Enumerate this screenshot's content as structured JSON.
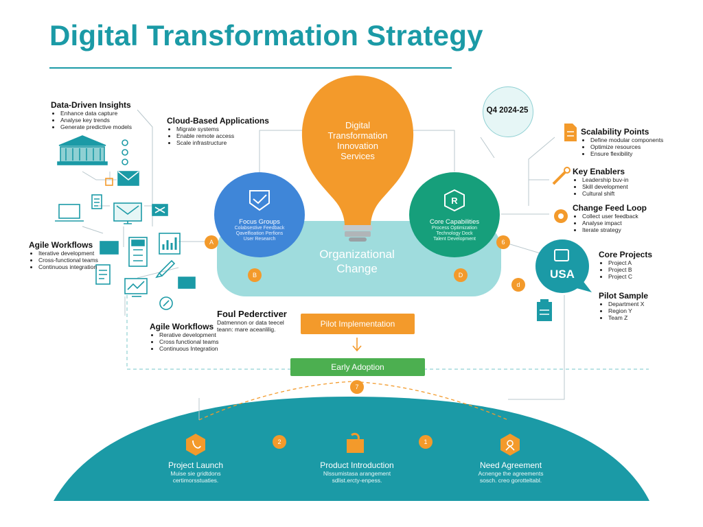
{
  "header": {
    "title": "Digital Transformation Strategy"
  },
  "left": {
    "data_driven": {
      "title": "Data-Driven Insights",
      "items": [
        "Enhance data capture",
        "Analyse key trends",
        "Generate predictive models"
      ]
    },
    "cloud": {
      "title": "Cloud-Based Applications",
      "items": [
        "Migrate systems",
        "Enable remote access",
        "Scale infrastructure"
      ]
    },
    "agile1": {
      "title": "Agile Workflows",
      "items": [
        "Iterative development",
        "Cross-functional teams",
        "Continuous integration"
      ]
    },
    "agile2": {
      "title": "Agile Workflows",
      "items": [
        "Rerative development",
        "Cross functional teams",
        "Continuous Integration"
      ]
    },
    "foul": {
      "title": "Foul Pederctiver",
      "line1": "Datmennon or data teecel",
      "line2": "teann: mare aceanlilig."
    }
  },
  "center": {
    "bulb": {
      "line1": "Digital",
      "line2": "Transformation",
      "line3": "Innovation",
      "line4": "Services"
    },
    "focus": {
      "title": "Focus Groups",
      "line1": "Colabsestive Feedback",
      "line2": "Qavelfioation Perfions",
      "line3": "User Research"
    },
    "core_cap": {
      "title": "Core Capabilities",
      "line1": "Process Optimization",
      "line2": "Technology Dock",
      "line3": "Talent Development"
    },
    "org_change": {
      "line1": "Organizational",
      "line2": "Change"
    },
    "badges": {
      "a": "A",
      "b": "B",
      "d": "D",
      "six": "6",
      "d2": "d"
    }
  },
  "timeline": {
    "q4_label": "Q4 2024-25",
    "pilot": "Pilot Implementation",
    "early": "Early Adoption",
    "step_num": "7"
  },
  "right": {
    "scalability": {
      "title": "Scalability Points",
      "items": [
        "Define modular components",
        "Optimize resources",
        "Ensure flexibility"
      ]
    },
    "enablers": {
      "title": "Key Enablers",
      "items": [
        "Leadership buv-in",
        "Skill development",
        "Cultural shift"
      ]
    },
    "feedback": {
      "title": "Change Feed Loop",
      "items": [
        "Collect user feedback",
        "Analyse impact",
        "Iterate strategy"
      ]
    },
    "core_projects": {
      "title": "Core Projects",
      "items": [
        "Project A",
        "Project B",
        "Project C"
      ]
    },
    "usa": "USA",
    "pilot_sample": {
      "title": "Pilot Sample",
      "items": [
        "Department X",
        "Region Y",
        "Team Z"
      ]
    }
  },
  "bottom": {
    "launch": {
      "title": "Project Launch",
      "line1": "Muise sie gridtdons",
      "line2": "certimorsstuaties."
    },
    "product": {
      "title": "Product Introduction",
      "line1": "Nlssumistasa arangement",
      "line2": "sdlist.ercty-enpess."
    },
    "need": {
      "title": "Need Agreement",
      "line1": "Acnenge the agreements",
      "line2": "sosch. creo gorotteltabl."
    },
    "num_left": "2",
    "num_right": "1"
  },
  "colors": {
    "teal": "#1b9aa6",
    "teal_light": "#8fd0d3",
    "orange": "#f39a2b",
    "blue": "#3f86d8",
    "green": "#169f7b",
    "bar_green": "#4caf50"
  }
}
